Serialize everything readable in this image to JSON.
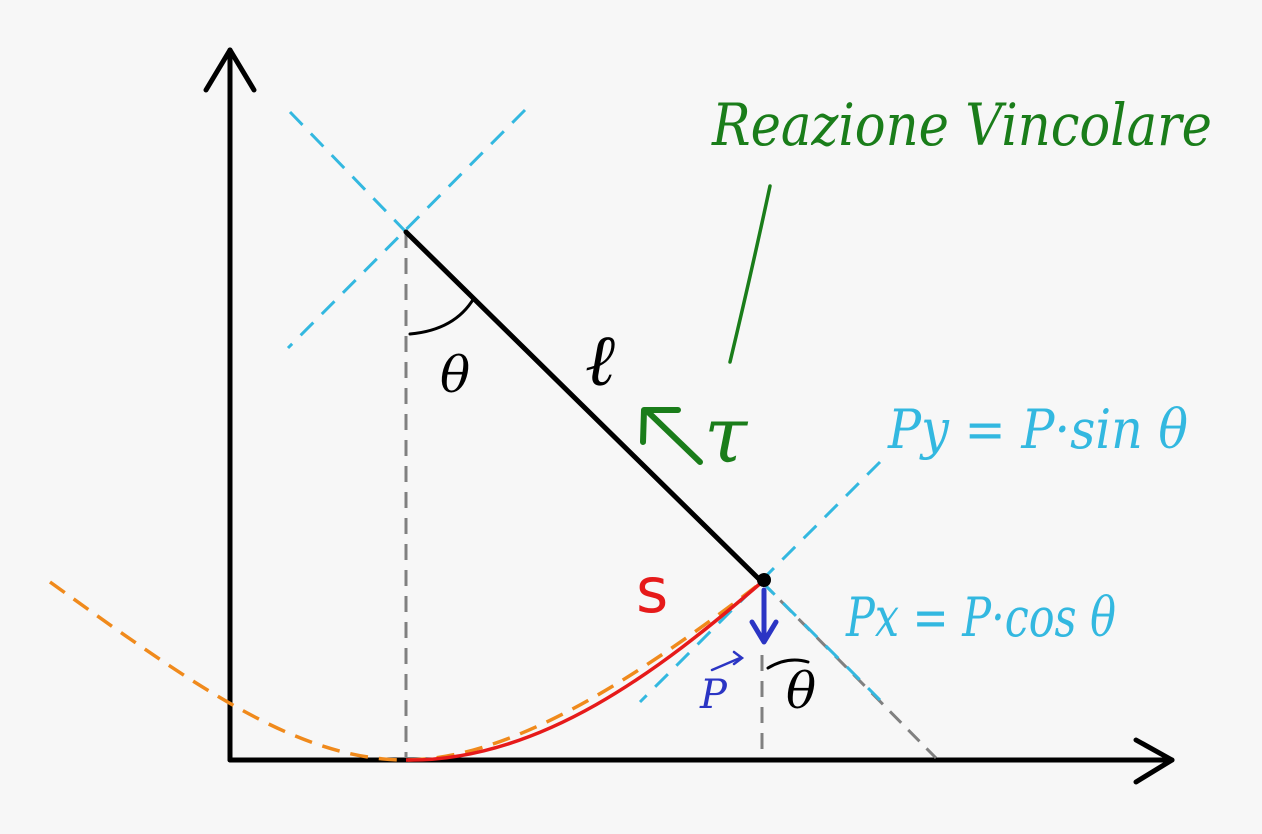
{
  "colors": {
    "background": "#f7f7f7",
    "axes": "#000000",
    "pendulum": "#000000",
    "guide_gray": "#808080",
    "guide_cyan": "#33b8e0",
    "reaction_green": "#1a7d1a",
    "weight_blue": "#2b35c4",
    "arc_red": "#e61a1a",
    "path_orange": "#f08a1c"
  },
  "labels": {
    "reaction": "Reazione Vincolare",
    "length": "ℓ",
    "tension": "τ",
    "angle_top": "θ",
    "angle_bottom": "θ",
    "arc": "s",
    "weight": "P",
    "py_formula": "Py = P·sin θ",
    "px_formula": "Px = P·cos θ"
  },
  "icons": {
    "x_axis_arrow": "arrow-right",
    "y_axis_arrow": "arrow-up",
    "tension_arrow": "arrow-up-left",
    "weight_arrow": "arrow-down"
  }
}
